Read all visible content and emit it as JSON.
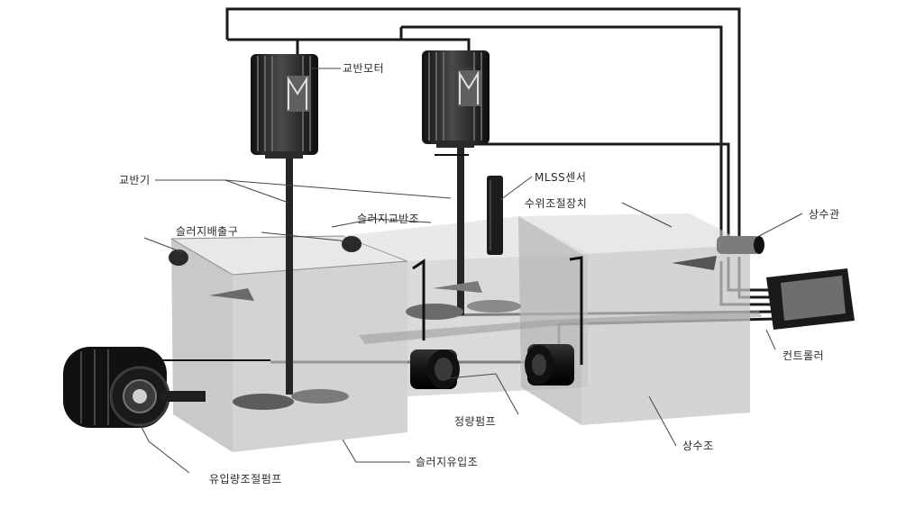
{
  "labels": {
    "stirring_motor": "교반모터",
    "mlss_sensor": "MLSS센서",
    "agitator": "교반기",
    "level_control": "수위조절장치",
    "water_pipe": "상수관",
    "sludge_stir_tank": "슬러지교반조",
    "sludge_outlet": "슬러지배출구",
    "controller": "컨트롤러",
    "metering_pump": "정량펌프",
    "supernatant_tank": "상수조",
    "sludge_inflow_tank": "슬러지유입조",
    "inflow_control_pump": "유입량조절펌프"
  },
  "colors": {
    "tank_fill": "#c9c9c9",
    "equipment": "#1c1c1c",
    "wire": "#1a1a1a",
    "leader": "#444444"
  }
}
